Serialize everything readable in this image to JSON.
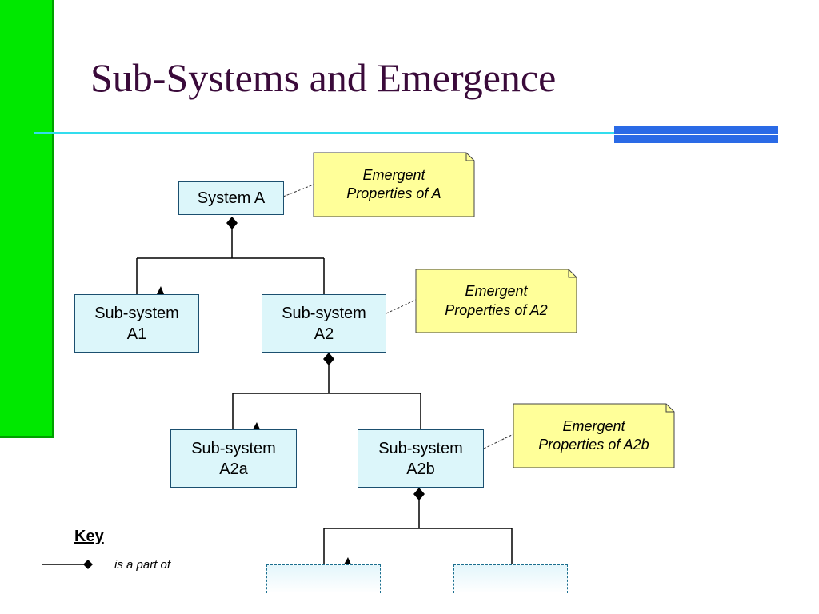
{
  "slide": {
    "title": "Sub-Systems and Emergence"
  },
  "colors": {
    "green_bar": "#00e800",
    "title_text": "#3a0a3a",
    "box_fill": "#dcf6fa",
    "note_fill": "#ffff99",
    "accent_blue": "#2a6ae6",
    "accent_cyan": "#33ddee"
  },
  "boxes": {
    "system_a": {
      "line1": "System A",
      "line2": ""
    },
    "a1": {
      "line1": "Sub-system",
      "line2": "A1"
    },
    "a2": {
      "line1": "Sub-system",
      "line2": "A2"
    },
    "a2a": {
      "line1": "Sub-system",
      "line2": "A2a"
    },
    "a2b": {
      "line1": "Sub-system",
      "line2": "A2b"
    }
  },
  "notes": {
    "a": {
      "line1": "Emergent",
      "line2": "Properties of A"
    },
    "a2": {
      "line1": "Emergent",
      "line2": "Properties of A2"
    },
    "a2b": {
      "line1": "Emergent",
      "line2": "Properties of A2b"
    }
  },
  "key": {
    "title": "Key",
    "description": "is a part of"
  }
}
